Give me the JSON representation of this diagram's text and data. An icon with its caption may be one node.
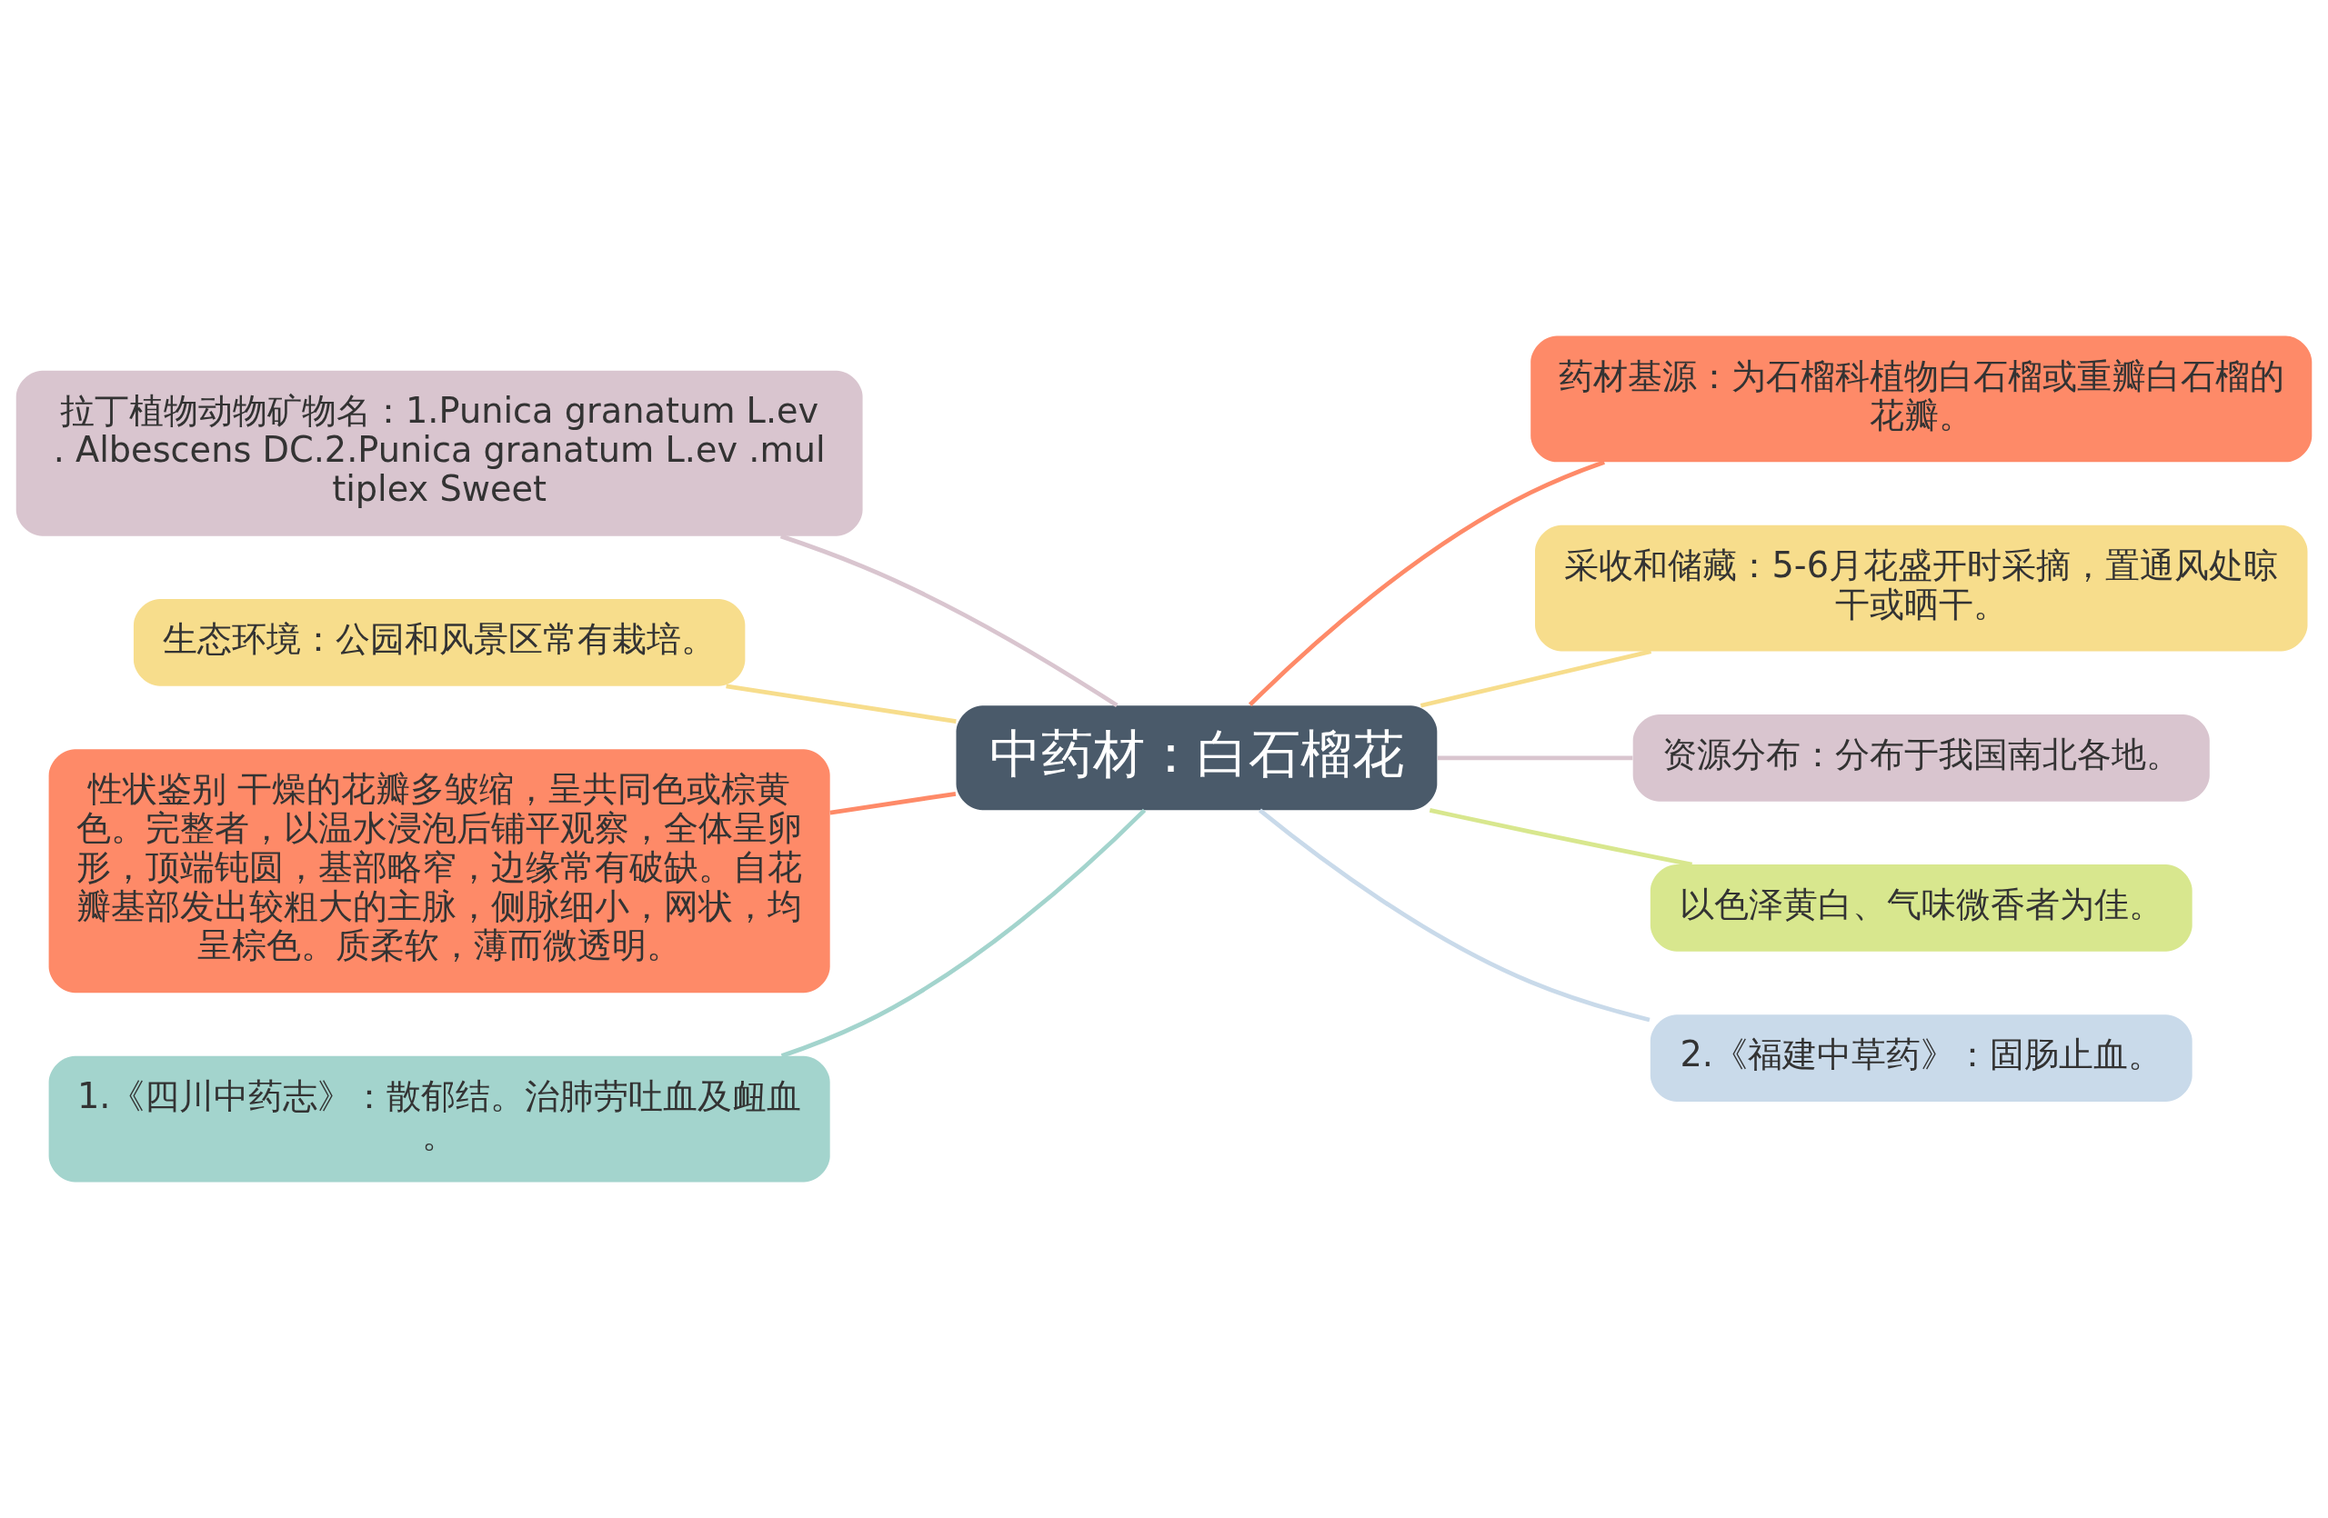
{
  "diagram": {
    "nodes": [
      {
        "text": [
          "中药材：白石榴花"
        ]
      },
      {
        "text": [
          "拉丁植物动物矿物名：1.Punica granatum L.ev. Albescens DC.2.Punica granatum L.ev .multiplex Sweet"
        ]
      },
      {
        "text": [
          "生态环境：公园和风景区常有栽培。"
        ]
      },
      {
        "text": [
          "性状鉴别 干燥的花瓣多皱缩，呈共同色或棕黄色。完整者，以温水浸泡后铺平观察，全体呈卵形，顶端钝圆，基部略窄，边缘常有破缺。自花瓣基部发出较粗大的主脉，侧脉细小，网状，均呈棕色。质柔软，薄而微透明。"
        ]
      },
      {
        "text": [
          "1.《四川中药志》：散郁结。治肺劳吐血及衄血。"
        ]
      },
      {
        "text": [
          "药材基源：为石榴科植物白石榴或重瓣白石榴的花瓣。"
        ]
      },
      {
        "text": [
          "采收和储藏：5-6月花盛开时采摘，置通风处晾干或晒干。"
        ]
      },
      {
        "text": [
          "资源分布：分布于我国南北各地。"
        ]
      },
      {
        "text": [
          "以色泽黄白、气味微香者为佳。"
        ]
      },
      {
        "text": [
          "2.《福建中草药》：固肠止血。"
        ]
      }
    ],
    "edges": [
      {
        "from": 1,
        "to": 0,
        "arrow": "none",
        "color": "#d9c5cf"
      },
      {
        "from": 2,
        "to": 0,
        "arrow": "none",
        "color": "#f7dd8c"
      },
      {
        "from": 3,
        "to": 0,
        "arrow": "none",
        "color": "#fe8a68"
      },
      {
        "from": 4,
        "to": 0,
        "arrow": "none",
        "color": "#a3d4cd"
      },
      {
        "from": 0,
        "to": 5,
        "arrow": "none",
        "color": "#fe8a68"
      },
      {
        "from": 0,
        "to": 6,
        "arrow": "none",
        "color": "#f7dd8c"
      },
      {
        "from": 0,
        "to": 7,
        "arrow": "none",
        "color": "#d9c5cf"
      },
      {
        "from": 0,
        "to": 8,
        "arrow": "none",
        "color": "#d8e78e"
      },
      {
        "from": 0,
        "to": 9,
        "arrow": "none",
        "color": "#c9daea"
      }
    ]
  }
}
